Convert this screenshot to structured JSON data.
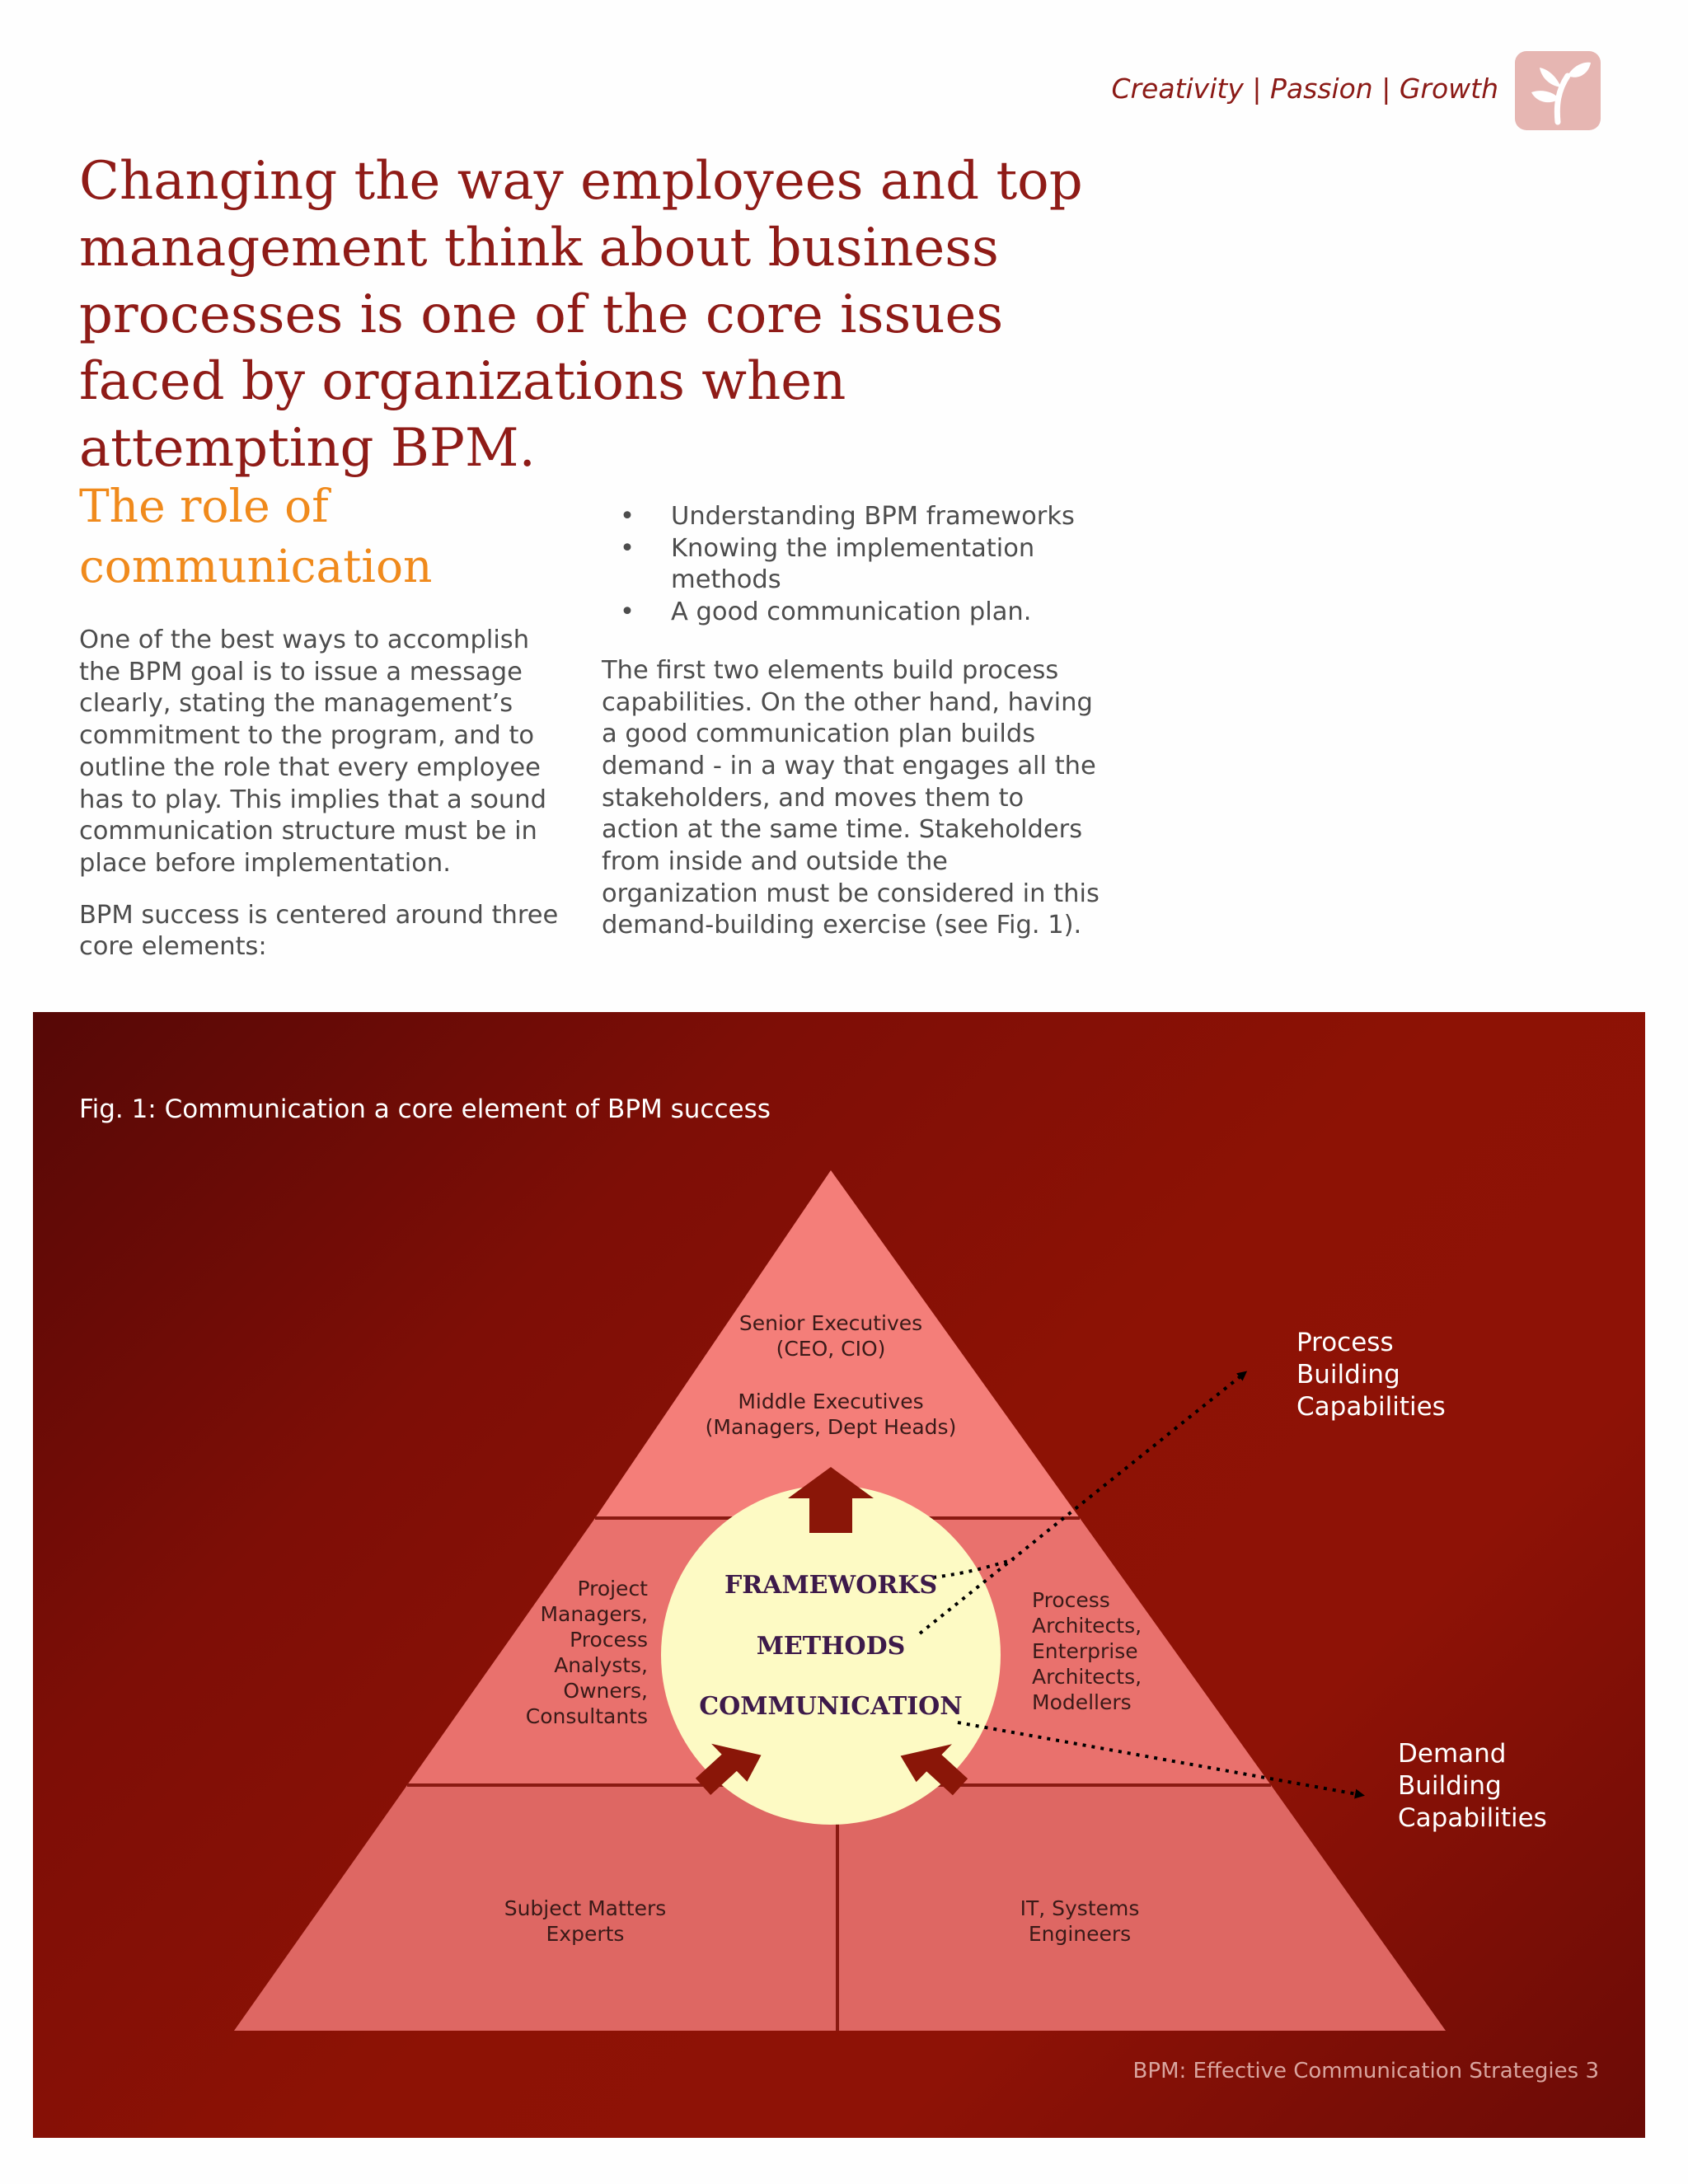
{
  "header": {
    "tagline": "Creativity | Passion | Growth",
    "logo_icon": "sprout-icon"
  },
  "headline": "Changing the way employees and top management think about business processes is one of the core issues faced by organizations when attempting BPM.",
  "section": {
    "title": "The role of communication",
    "paragraph1": "One of the best ways to accomplish the BPM goal is to issue a message clearly, stating the management’s commitment to the program, and to outline the role that every employee has to play. This implies that a sound communication structure must be in place before implementation.",
    "paragraph2": "BPM success is centered around three core elements:",
    "bullets": [
      "Understanding BPM frameworks",
      "Knowing the implementation methods",
      "A good communication plan."
    ],
    "paragraph3": "The first two elements build process capabilities. On the other hand, having a good communication plan builds demand - in a way that engages all the stakeholders, and moves them to action at the same time. Stakeholders from inside and outside the organization must be considered in this demand-building exercise (see Fig. 1)."
  },
  "figure": {
    "caption": "Fig. 1: Communication a core element of BPM success",
    "top_labels": [
      "Senior Executives",
      "(CEO, CIO)",
      "Middle Executives",
      "(Managers, Dept Heads)"
    ],
    "left_labels": [
      "Project",
      "Managers,",
      "Process",
      "Analysts,",
      "Owners,",
      "Consultants"
    ],
    "right_labels": [
      "Process",
      "Architects,",
      "Enterprise",
      "Architects,",
      "Modellers"
    ],
    "bottom_left_labels": [
      "Subject Matters",
      "Experts"
    ],
    "bottom_right_labels": [
      "IT, Systems",
      "Engineers"
    ],
    "core": [
      "FRAMEWORKS",
      "METHODS",
      "COMMUNICATION"
    ],
    "process_caps": [
      "Process",
      "Building",
      "Capabilities"
    ],
    "demand_caps": [
      "Demand",
      "Building",
      "Capabilities"
    ],
    "colors": {
      "pyramid": "#f07e7a",
      "core_circle": "#fdfac4",
      "arrow": "#8a1608"
    }
  },
  "footer": "BPM: Effective Communication Strategies 3"
}
